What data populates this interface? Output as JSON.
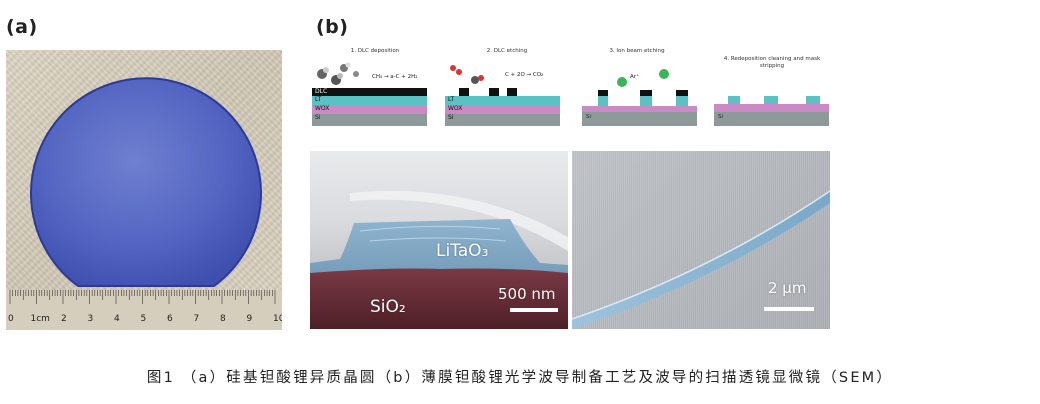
{
  "panel_labels": {
    "a": "(a)",
    "b": "(b)"
  },
  "ruler": {
    "marks": [
      "0",
      "1cm",
      "2",
      "3",
      "4",
      "5",
      "6",
      "7",
      "8",
      "9",
      "10"
    ]
  },
  "steps": [
    {
      "title": "1. DLC deposition"
    },
    {
      "title": "2. DLC etching"
    },
    {
      "title": "3. Ion beam etching"
    },
    {
      "title": "4. Redeposition cleaning and mask stripping"
    }
  ],
  "layers": {
    "dlc": "DLC",
    "lt": "LT",
    "wox": "WOX",
    "si": "Si"
  },
  "formulas": {
    "step1": "CH₄ → a-C + 2H₂",
    "step2": "C + 2O → CO₂",
    "step3": "Ar⁺"
  },
  "sem": {
    "left_material_top": "LiTaO₃",
    "left_material_bottom": "SiO₂",
    "left_scale": "500 nm",
    "right_scale": "2 µm"
  },
  "caption": "图1 （a）硅基钽酸锂异质晶圆（b）薄膜钽酸锂光学波导制备工艺及波导的扫描透镜显微镜（SEM）",
  "colors": {
    "wafer_blue": "#5b6fc9",
    "lt_teal": "#5bc2c4",
    "wox_pink": "#c98ac5",
    "si_gray": "#8e9a9a",
    "litao3_sem": "#6f98b6",
    "sio2_sem": "#6b2f3a"
  }
}
